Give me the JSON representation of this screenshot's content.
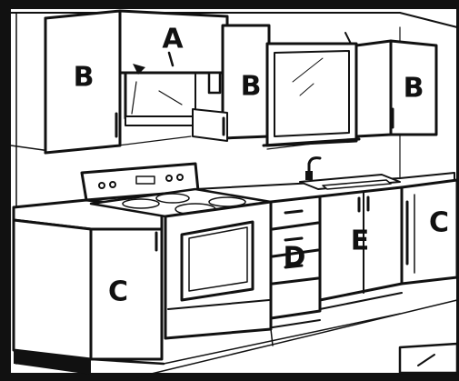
{
  "labels": {
    "upper_left": "B",
    "hood": "A",
    "upper_middle": "B",
    "upper_right": "B",
    "base_left": "C",
    "drawers": "D",
    "sink_base": "E",
    "base_right": "C"
  }
}
